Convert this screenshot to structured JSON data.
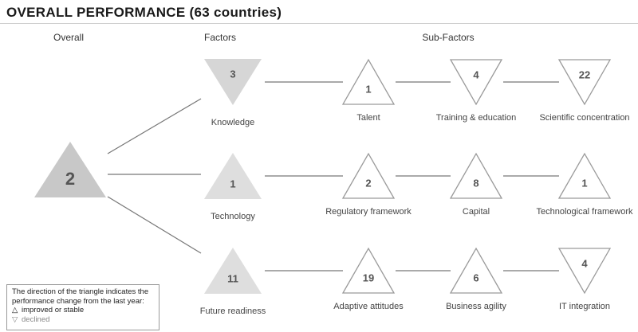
{
  "title": "OVERALL PERFORMANCE (63 countries)",
  "columns": {
    "overall": "Overall",
    "factors": "Factors",
    "subfactors": "Sub-Factors"
  },
  "overall": {
    "rank": "2",
    "direction": "up",
    "fill": "#c8c8c8"
  },
  "factors": [
    {
      "name": "Knowledge",
      "rank": "3",
      "direction": "down",
      "fill": "#d6d6d6",
      "subfactors": [
        {
          "name": "Talent",
          "rank": "1",
          "direction": "up"
        },
        {
          "name": "Training & education",
          "rank": "4",
          "direction": "down"
        },
        {
          "name": "Scientific concentration",
          "rank": "22",
          "direction": "down"
        }
      ]
    },
    {
      "name": "Technology",
      "rank": "1",
      "direction": "up",
      "fill": "#dedede",
      "subfactors": [
        {
          "name": "Regulatory framework",
          "rank": "2",
          "direction": "up"
        },
        {
          "name": "Capital",
          "rank": "8",
          "direction": "up"
        },
        {
          "name": "Technological framework",
          "rank": "1",
          "direction": "up"
        }
      ]
    },
    {
      "name": "Future readiness",
      "rank": "11",
      "direction": "up",
      "fill": "#dedede",
      "subfactors": [
        {
          "name": "Adaptive attitudes",
          "rank": "19",
          "direction": "up"
        },
        {
          "name": "Business agility",
          "rank": "6",
          "direction": "up"
        },
        {
          "name": "IT integration",
          "rank": "4",
          "direction": "down"
        }
      ]
    }
  ],
  "legend": {
    "line1": "The direction of the triangle indicates the",
    "line2": "performance change from the last year:",
    "line3_glyph": "△",
    "line3": "improved or stable",
    "line4": "declined"
  },
  "colors": {
    "line": "#777777",
    "outline": "#9a9a9a",
    "subfill": "#ffffff"
  }
}
